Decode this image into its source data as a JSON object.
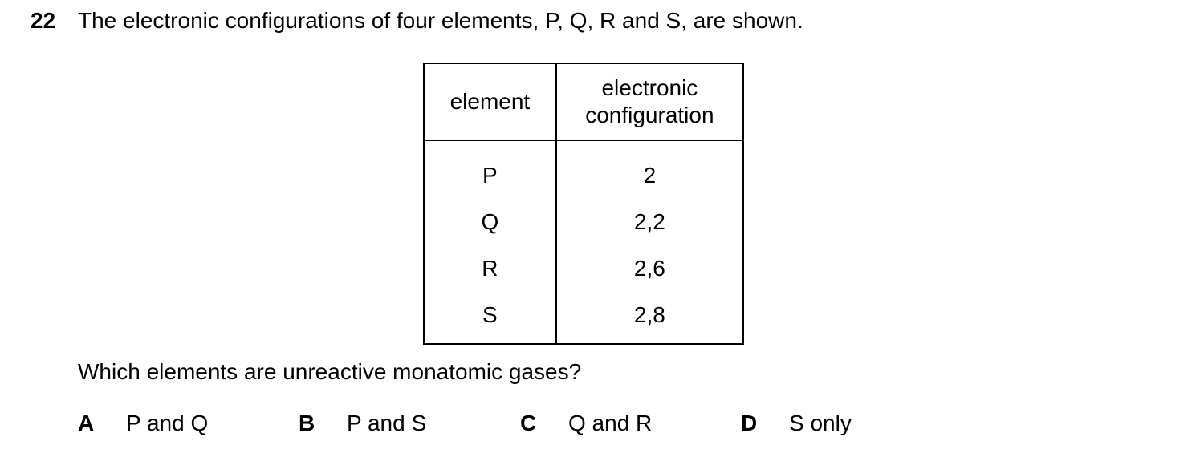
{
  "question": {
    "number": "22",
    "stem": "The electronic configurations of four elements, P, Q, R and S, are shown.",
    "prompt": "Which elements are unreactive monatomic gases?"
  },
  "table": {
    "headers": [
      "element",
      "electronic configuration"
    ],
    "rows": [
      {
        "element": "P",
        "configuration": "2"
      },
      {
        "element": "Q",
        "configuration": "2,2"
      },
      {
        "element": "R",
        "configuration": "2,6"
      },
      {
        "element": "S",
        "configuration": "2,8"
      }
    ]
  },
  "options": [
    {
      "letter": "A",
      "text": "P and Q"
    },
    {
      "letter": "B",
      "text": "P and S"
    },
    {
      "letter": "C",
      "text": "Q and R"
    },
    {
      "letter": "D",
      "text": "S only"
    }
  ]
}
